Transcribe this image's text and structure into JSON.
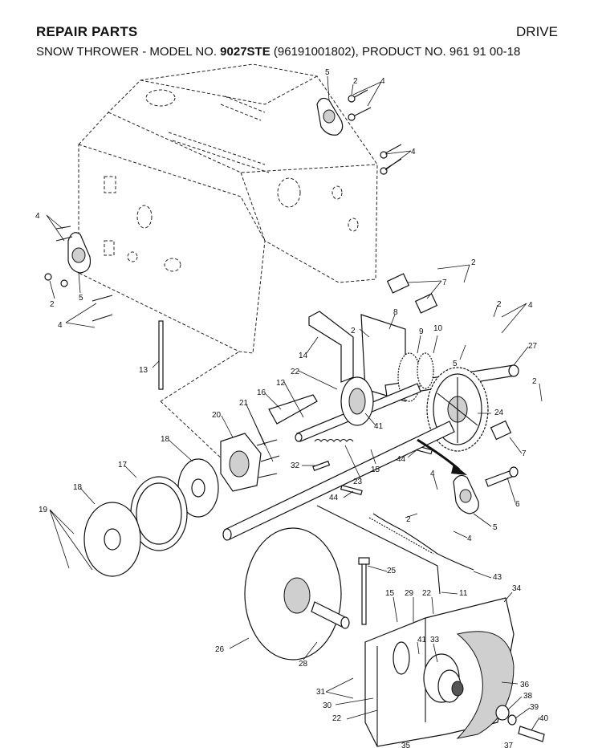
{
  "header": {
    "title": "REPAIR PARTS",
    "section": "DRIVE",
    "subtitle_prefix": "SNOW THROWER - MODEL NO. ",
    "model_no": "9027STE",
    "subtitle_suffix": " (96191001802), PRODUCT NO. 961 91 00-18"
  },
  "callouts": [
    {
      "id": "c5a",
      "text": "5"
    },
    {
      "id": "c2a",
      "text": "2"
    },
    {
      "id": "c4a",
      "text": "4"
    },
    {
      "id": "c4b",
      "text": "4"
    },
    {
      "id": "c4c",
      "text": "4"
    },
    {
      "id": "c2b",
      "text": "2"
    },
    {
      "id": "c5b",
      "text": "5"
    },
    {
      "id": "c4d",
      "text": "4"
    },
    {
      "id": "c2c",
      "text": "2"
    },
    {
      "id": "c7a",
      "text": "7"
    },
    {
      "id": "c2d",
      "text": "2"
    },
    {
      "id": "c4e",
      "text": "4"
    },
    {
      "id": "c8",
      "text": "8"
    },
    {
      "id": "c2e",
      "text": "2"
    },
    {
      "id": "c9",
      "text": "9"
    },
    {
      "id": "c10",
      "text": "10"
    },
    {
      "id": "c14",
      "text": "14"
    },
    {
      "id": "c5c",
      "text": "5"
    },
    {
      "id": "c27",
      "text": "27"
    },
    {
      "id": "c13",
      "text": "13"
    },
    {
      "id": "c22a",
      "text": "22"
    },
    {
      "id": "c12",
      "text": "12"
    },
    {
      "id": "c16",
      "text": "16"
    },
    {
      "id": "c2f",
      "text": "2"
    },
    {
      "id": "c21",
      "text": "21"
    },
    {
      "id": "c24",
      "text": "24"
    },
    {
      "id": "c20",
      "text": "20"
    },
    {
      "id": "c41a",
      "text": "41"
    },
    {
      "id": "c18a",
      "text": "18"
    },
    {
      "id": "c7b",
      "text": "7"
    },
    {
      "id": "c15a",
      "text": "15"
    },
    {
      "id": "c44a",
      "text": "44"
    },
    {
      "id": "c17",
      "text": "17"
    },
    {
      "id": "c32",
      "text": "32"
    },
    {
      "id": "c23",
      "text": "23"
    },
    {
      "id": "c4f",
      "text": "4"
    },
    {
      "id": "c18b",
      "text": "18"
    },
    {
      "id": "c6",
      "text": "6"
    },
    {
      "id": "c44b",
      "text": "44"
    },
    {
      "id": "c19",
      "text": "19"
    },
    {
      "id": "c2g",
      "text": "2"
    },
    {
      "id": "c5d",
      "text": "5"
    },
    {
      "id": "c4g",
      "text": "4"
    },
    {
      "id": "c25",
      "text": "25"
    },
    {
      "id": "c43",
      "text": "43"
    },
    {
      "id": "c11",
      "text": "11"
    },
    {
      "id": "c15b",
      "text": "15"
    },
    {
      "id": "c29",
      "text": "29"
    },
    {
      "id": "c22b",
      "text": "22"
    },
    {
      "id": "c34",
      "text": "34"
    },
    {
      "id": "c41b",
      "text": "41"
    },
    {
      "id": "c33",
      "text": "33"
    },
    {
      "id": "c26",
      "text": "26"
    },
    {
      "id": "c28",
      "text": "28"
    },
    {
      "id": "c31",
      "text": "31"
    },
    {
      "id": "c36",
      "text": "36"
    },
    {
      "id": "c38",
      "text": "38"
    },
    {
      "id": "c30",
      "text": "30"
    },
    {
      "id": "c39",
      "text": "39"
    },
    {
      "id": "c22c",
      "text": "22"
    },
    {
      "id": "c40",
      "text": "40"
    },
    {
      "id": "c35",
      "text": "35"
    },
    {
      "id": "c37",
      "text": "37"
    }
  ]
}
